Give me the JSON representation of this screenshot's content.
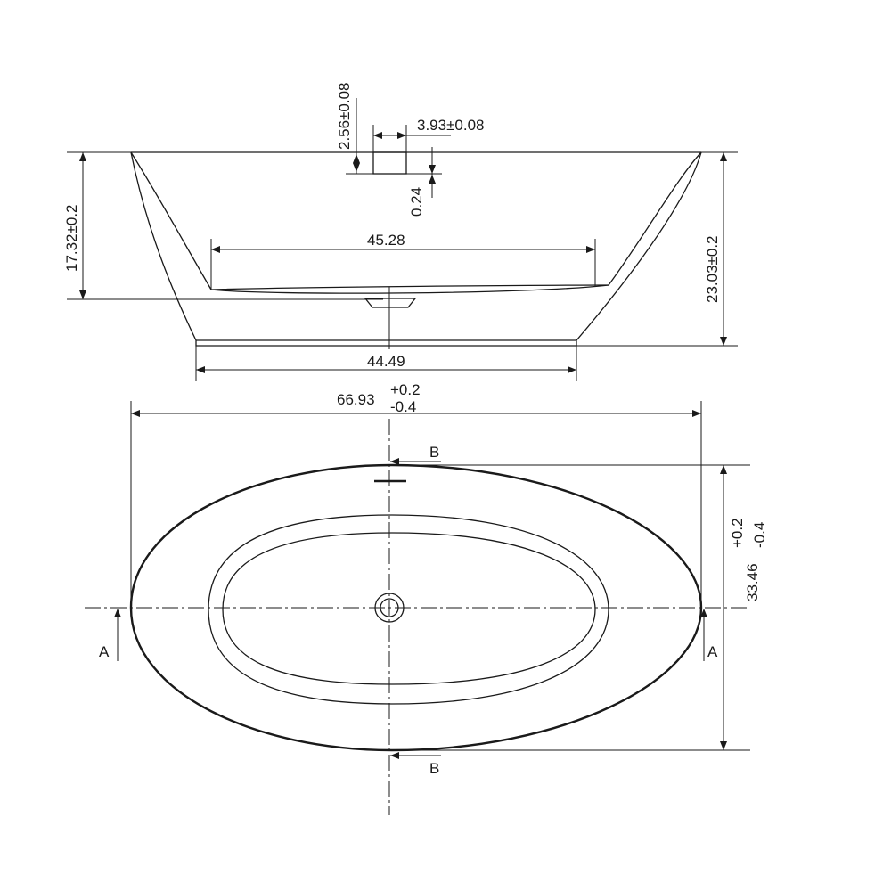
{
  "side_view": {
    "overflow_height": "2.56±0.08",
    "overflow_width": "3.93±0.08",
    "overflow_depth": "0.24",
    "inner_depth": "17.32±0.2",
    "total_height": "23.03±0.2",
    "inner_bottom_length": "45.28",
    "base_length": "44.49"
  },
  "top_view": {
    "overall_length": "66.93",
    "overall_length_tol_plus": "+0.2",
    "overall_length_tol_minus": "-0.4",
    "overall_width": "33.46",
    "overall_width_tol_plus": "+0.2",
    "overall_width_tol_minus": "-0.4",
    "section_a_left": "A",
    "section_a_right": "A",
    "section_b_top": "B",
    "section_b_bottom": "B"
  }
}
